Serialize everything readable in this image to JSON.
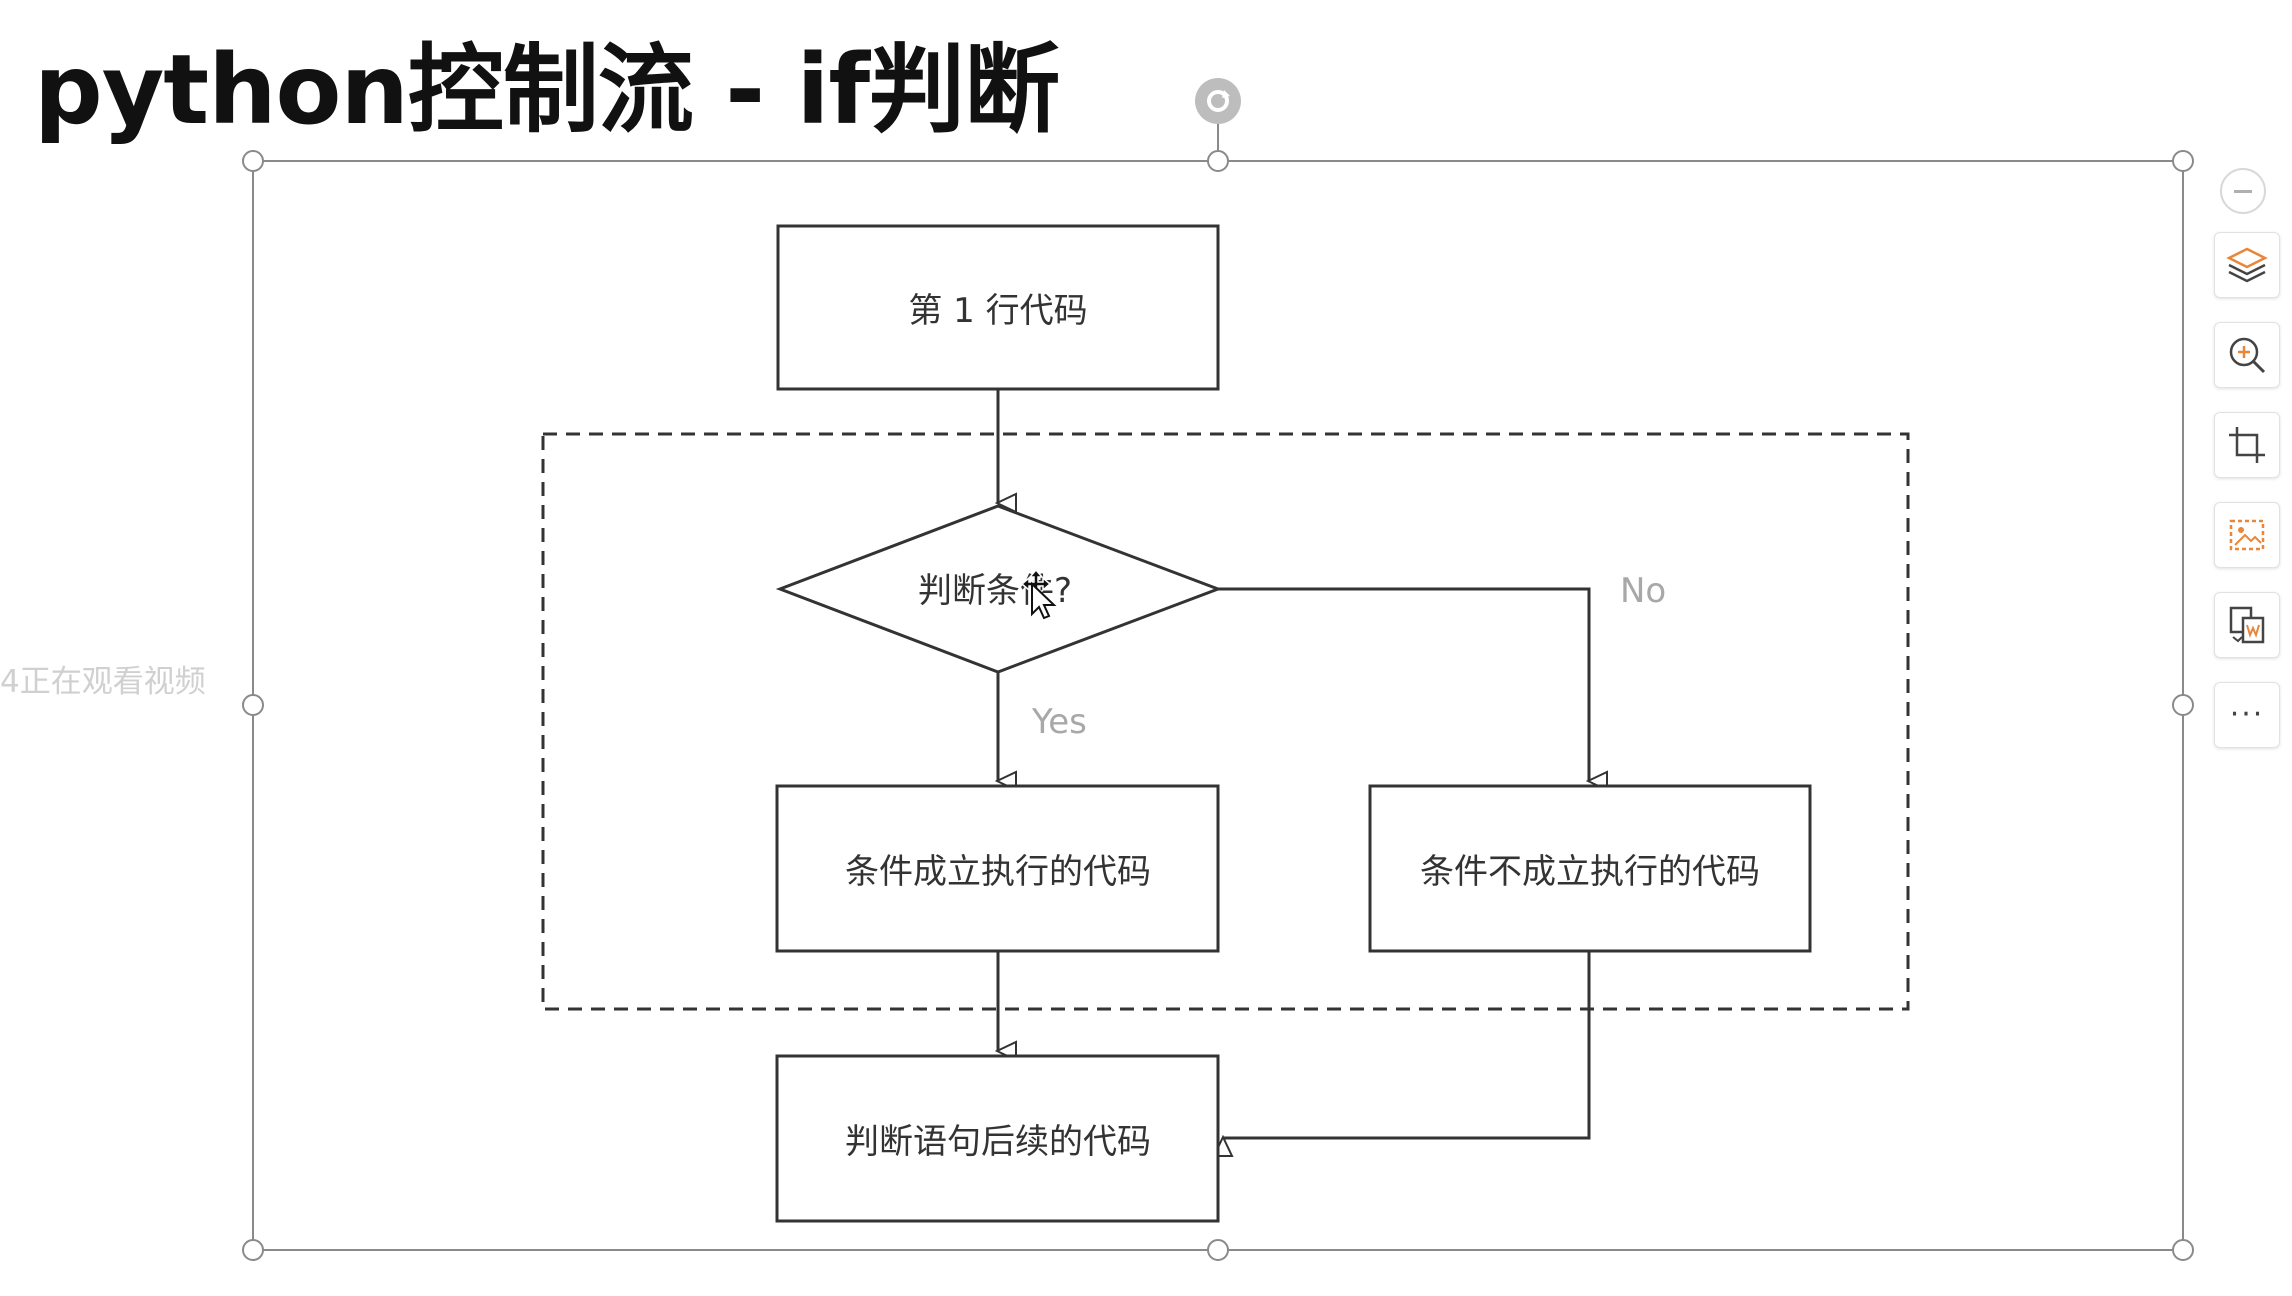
{
  "slide": {
    "title": "python控制流 - if判断"
  },
  "watermark": {
    "text": "4正在观看视频"
  },
  "flowchart": {
    "line1_box": "第 1 行代码",
    "condition_diamond": "判断条件?",
    "true_box": "条件成立执行的代码",
    "false_box": "条件不成立执行的代码",
    "after_box": "判断语句后续的代码",
    "yes_label": "Yes",
    "no_label": "No"
  },
  "toolbar": {
    "collapse_icon": "minus-icon",
    "items": [
      {
        "icon": "layers-icon"
      },
      {
        "icon": "zoom-in-icon"
      },
      {
        "icon": "crop-icon"
      },
      {
        "icon": "image-replace-icon"
      },
      {
        "icon": "image-to-text-icon"
      },
      {
        "icon": "more-icon",
        "label": "···"
      }
    ]
  },
  "colors": {
    "line": "#333333",
    "label_gray": "#a8a8a8",
    "selection": "#8a8a8a",
    "accent_orange": "#e8863a"
  }
}
